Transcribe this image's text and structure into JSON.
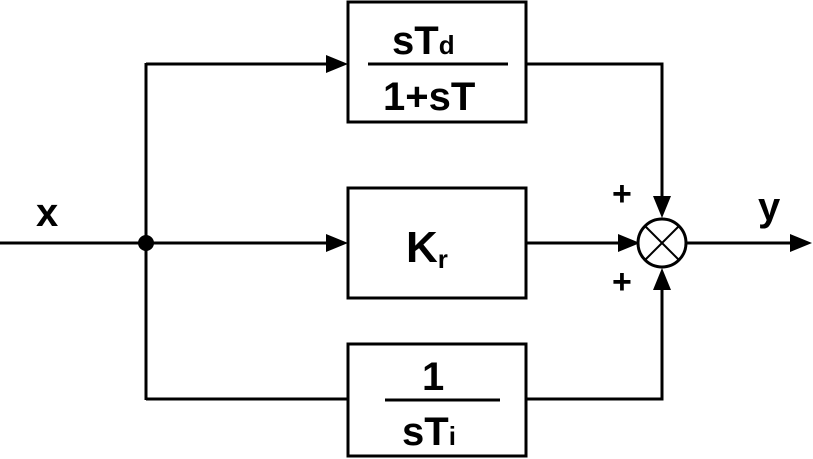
{
  "signals": {
    "input": "x",
    "output": "y"
  },
  "blocks": {
    "derivative": {
      "numerator": {
        "main": "sT",
        "sub": "d"
      },
      "denominator": "1+sT"
    },
    "proportional": {
      "main": "K",
      "sub": "r"
    },
    "integral": {
      "numerator": "1",
      "denominator": {
        "main": "sT",
        "sub": "i"
      }
    }
  },
  "summing_junction": {
    "symbol": "cross-circle",
    "sign_top": "+",
    "sign_bottom": "+"
  },
  "colors": {
    "stroke": "#000000",
    "background": "#ffffff"
  }
}
